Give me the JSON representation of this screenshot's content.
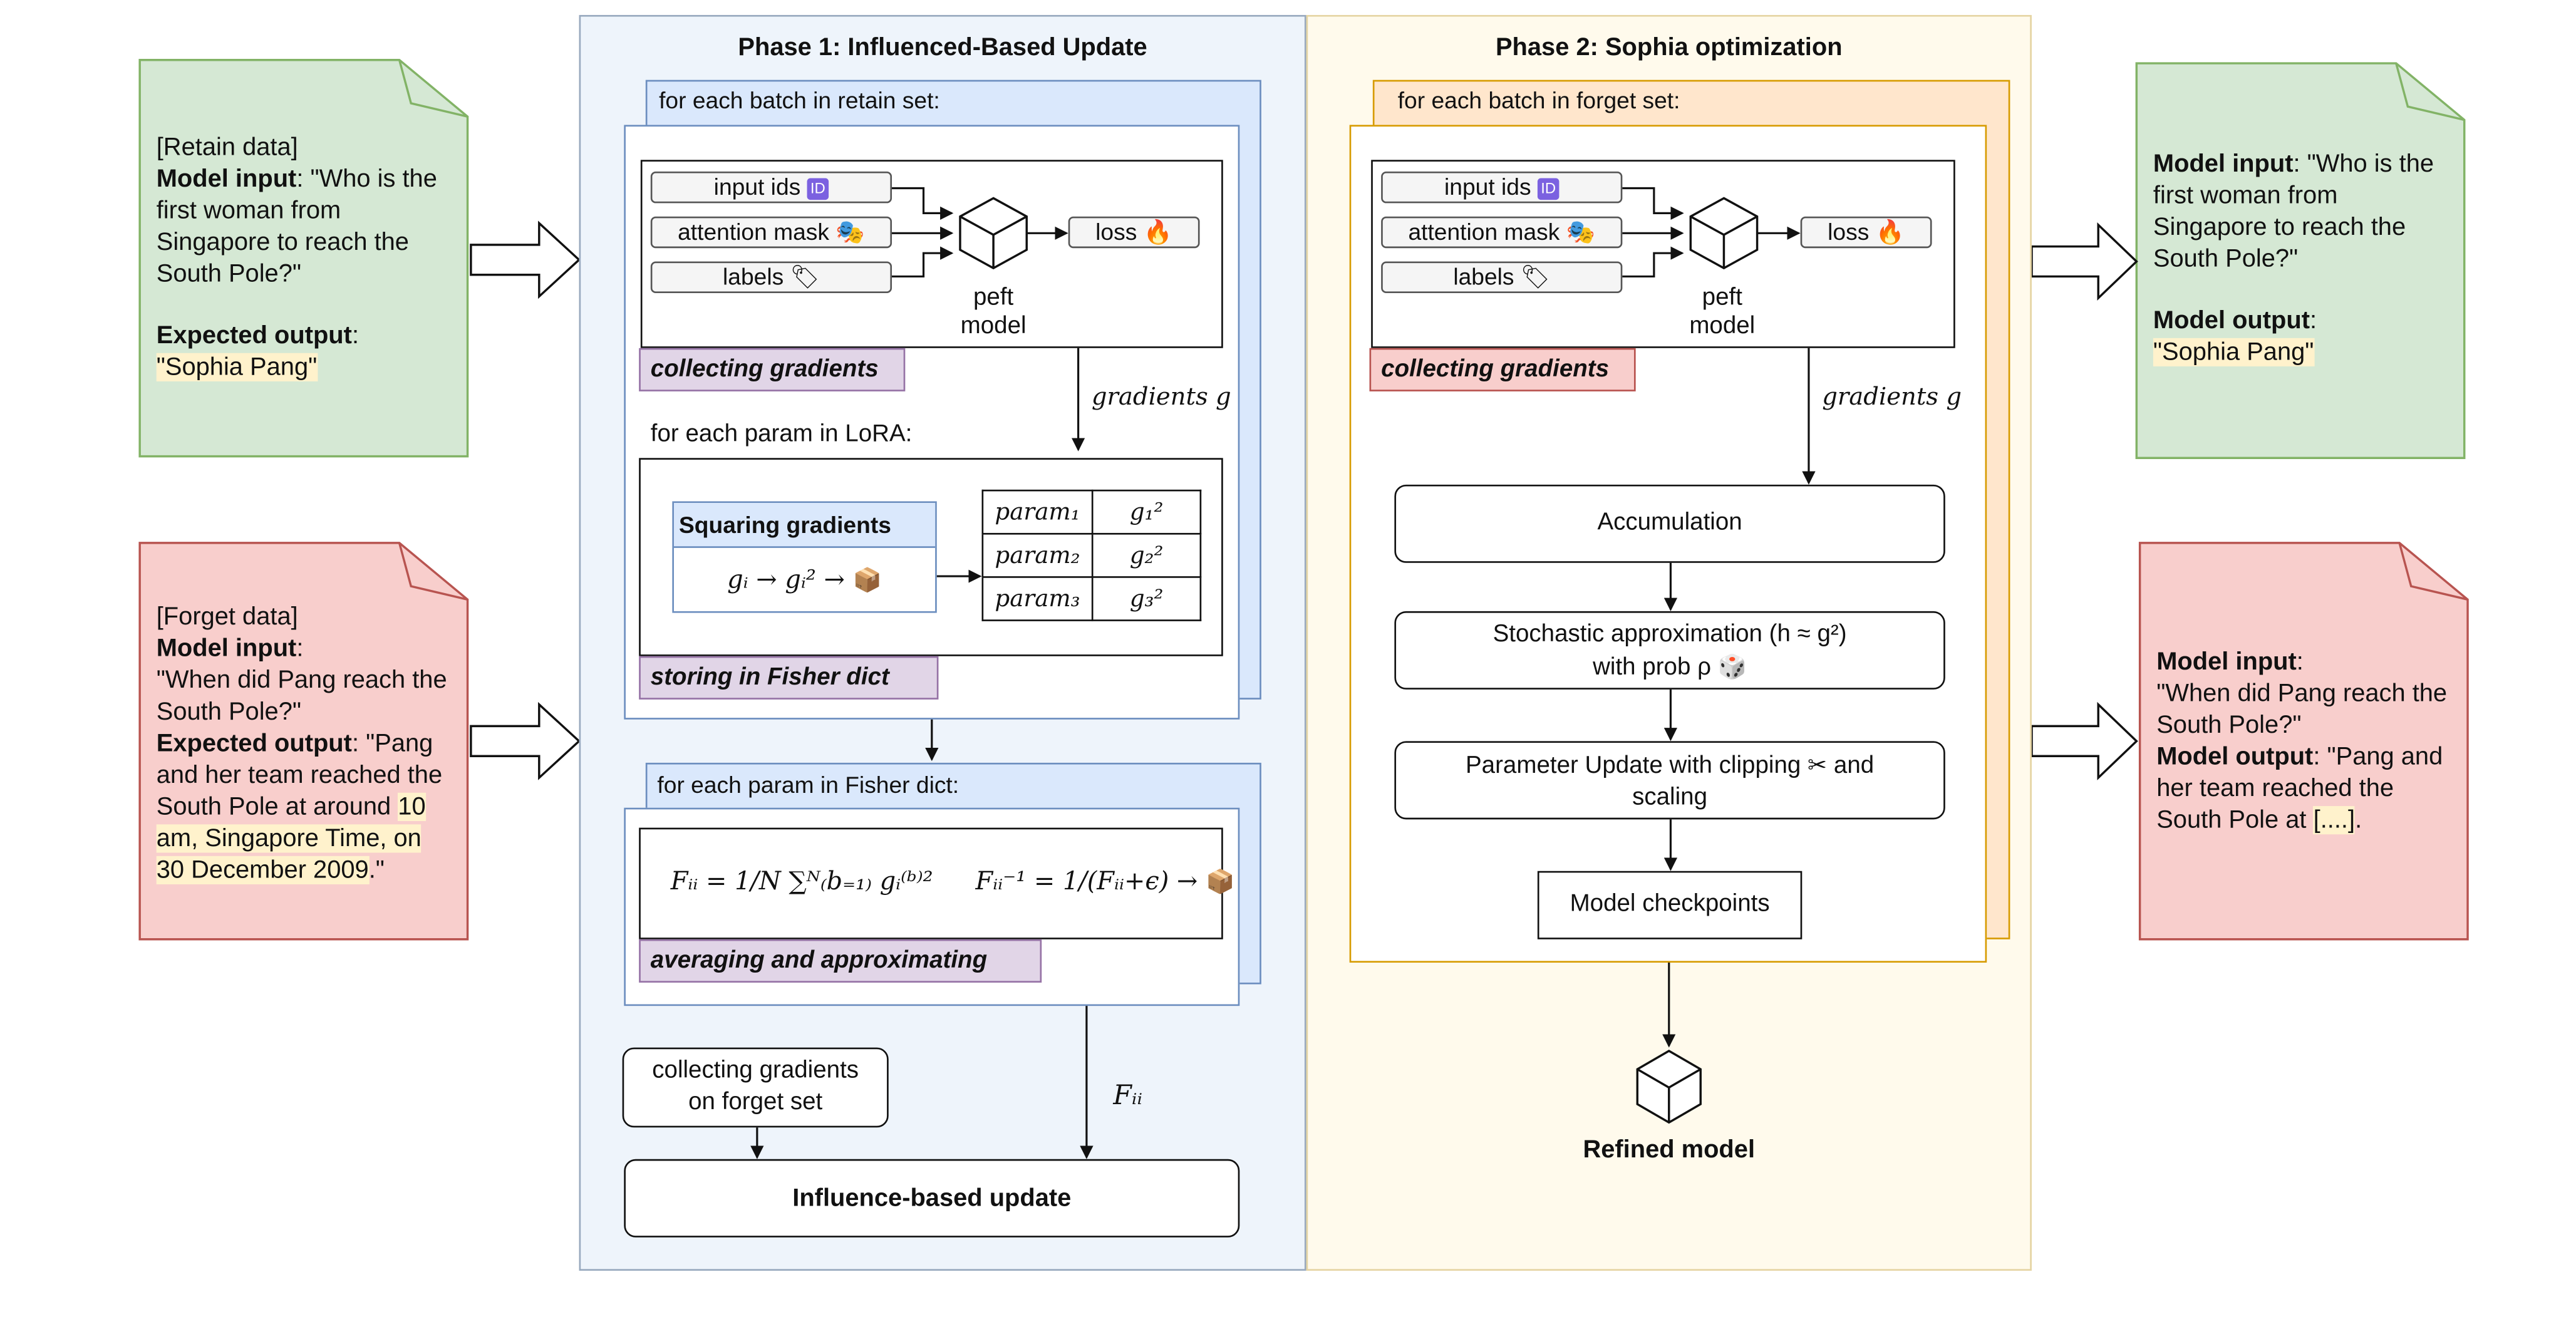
{
  "phase1": {
    "title": "Phase 1: Influenced-Based Update",
    "loop_retain": "for each batch in retain set:",
    "inputs": [
      "input ids",
      "attention mask",
      "labels"
    ],
    "loss": "loss",
    "model": [
      "peft",
      "model"
    ],
    "collect_tag": "collecting gradients",
    "gradients_label": "gradients g",
    "loop_lora": "for each param in LoRA:",
    "squaring_title": "Squaring gradients",
    "squaring_formula": "gᵢ → gᵢ² →",
    "params_table": [
      [
        "param₁",
        "g₁²"
      ],
      [
        "param₂",
        "g₂²"
      ],
      [
        "param₃",
        "g₃²"
      ]
    ],
    "storing_tag": "storing in Fisher dict",
    "loop_fisher": "for each param in Fisher dict:",
    "fisher_formula": "Fᵢᵢ = 1/N ∑ᴺ₍b₌₁₎ gᵢ⁽ᵇ⁾²",
    "fisher_inv_formula": "Fᵢᵢ⁻¹ = 1/(Fᵢᵢ+ϵ) →",
    "averaging_tag": "averaging and approximating",
    "collect_forget": [
      "collecting gradients",
      "on forget set"
    ],
    "fii_label": "Fᵢᵢ",
    "influence_update": "Influence-based update"
  },
  "phase2": {
    "title": "Phase 2: Sophia optimization",
    "loop_forget": "for each batch in forget set:",
    "inputs": [
      "input ids",
      "attention mask",
      "labels"
    ],
    "loss": "loss",
    "model": [
      "peft",
      "model"
    ],
    "collect_tag": "collecting gradients",
    "gradients_label": "gradients g",
    "accumulation": "Accumulation",
    "stochastic": [
      "Stochastic approximation (h ≈ g²)",
      "with prob ρ"
    ],
    "param_update": [
      "Parameter Update with clipping",
      "and",
      "scaling"
    ],
    "checkpoints": "Model checkpoints",
    "refined": "Refined model"
  },
  "notes": {
    "retain_in": {
      "line1": "[Retain data]",
      "k1": "Model input",
      "v1": ": \"Who is the first woman from Singapore to reach the South Pole?\"",
      "k2": "Expected output",
      "v2a": ":",
      "v2b": "\"Sophia Pang\""
    },
    "forget_in": {
      "line1": "[Forget data]",
      "k1": "Model input",
      "v1a": ":",
      "v1b": "\"When did Pang reach the South Pole?\"",
      "k2": "Expected output",
      "v2": ": \"Pang and her team reached the South Pole at around",
      "v2hl": "10 am, Singapore Time, on 30 December 2009",
      "v2end": ".\""
    },
    "retain_out": {
      "k1": "Model input",
      "v1": ": \"Who is the first woman from Singapore to reach the South Pole?\"",
      "k2": "Model output",
      "v2a": ":",
      "v2b": "\"Sophia Pang\""
    },
    "forget_out": {
      "k1": "Model input",
      "v1a": ":",
      "v1b": "\"When did Pang reach the South Pole?\"",
      "k2": "Model output",
      "v2": ": \"Pang and her team reached the South Pole at",
      "v2hl": "[....]",
      "v2end": "."
    }
  },
  "icons": {
    "id": "id-badge-icon",
    "mask": "theater-mask-icon",
    "tag": "label-tag-icon",
    "fire": "fire-icon",
    "cube": "cube-icon",
    "box": "storage-box-icon",
    "dice": "dice-icon",
    "scissors": "scissors-icon"
  },
  "colors": {
    "green_note": "#d5e8d4",
    "red_note": "#f8cecc",
    "phase1_bg": "#eef4fb",
    "phase2_bg": "#fffaec",
    "blue_frame": "#6c8ebf",
    "orange_frame": "#d79b00",
    "purple_tag": "#e1d5e7",
    "highlight": "#fff2cc"
  }
}
